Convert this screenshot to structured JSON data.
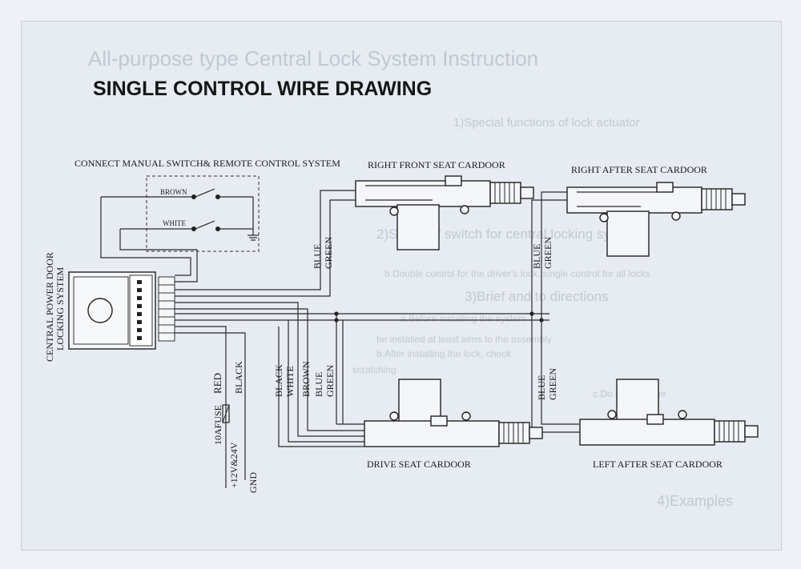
{
  "title": "SINGLE CONTROL WIRE DRAWING",
  "background_text": {
    "heading": "All-purpose type Central Lock System Instruction",
    "lines": [
      "1)Special functions of lock actuator",
      "2)Styles of switch for central locking system",
      "b.Double control for the driver's lock, single control for all locks",
      "3)Brief and to directions",
      "a.Before installing the system",
      "be installed at least aims to the assembly",
      "b.After installing the lock, check",
      "scratching",
      "c.Do not damage",
      "4)Examples"
    ]
  },
  "switch_box": {
    "title": "CONNECT MANUAL SWITCH& REMOTE CONTROL SYSTEM",
    "brown": "BROWN",
    "white": "WHITE"
  },
  "control_unit": {
    "line1": "CENTRAL POWER DOOR",
    "line2": "LOCKING SYSTEM"
  },
  "power": {
    "fuse": "10AFUSE",
    "red": "RED",
    "black": "BLACK",
    "voltage": "+12V&24V",
    "gnd": "GND"
  },
  "wires": {
    "black": "BLACK",
    "white": "WHITE",
    "brown": "BROWN",
    "blue": "BLUE",
    "green": "GREEN"
  },
  "doors": {
    "right_front": "RIGHT FRONT SEAT CARDOOR",
    "right_after": "RIGHT  AFTER SEAT CARDOOR",
    "drive": "DRIVE SEAT CARDOOR",
    "left_after": "LEFT AFTER SEAT CARDOOR"
  }
}
